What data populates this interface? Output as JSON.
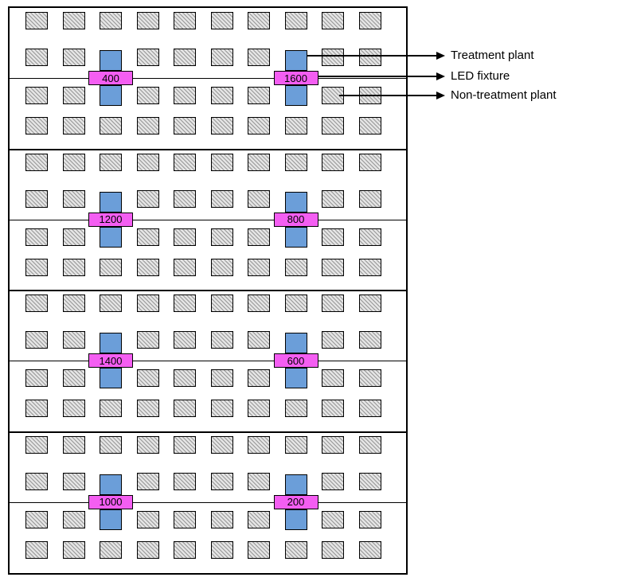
{
  "colors": {
    "treatment": "#6b9ed9",
    "fixture": "#f45ef2",
    "hatch_line": "#999999",
    "hatch_bg": "#e4e4e4",
    "outline": "#000000"
  },
  "grid": {
    "blocks_count": 4,
    "rows_per_block": 4,
    "columns": 10,
    "fixture_columns": [
      2,
      7
    ]
  },
  "blocks": [
    {
      "fixtures": [
        {
          "value": "400"
        },
        {
          "value": "1600"
        }
      ]
    },
    {
      "fixtures": [
        {
          "value": "1200"
        },
        {
          "value": "800"
        }
      ]
    },
    {
      "fixtures": [
        {
          "value": "1400"
        },
        {
          "value": "600"
        }
      ]
    },
    {
      "fixtures": [
        {
          "value": "1000"
        },
        {
          "value": "200"
        }
      ]
    }
  ],
  "legend": {
    "items": [
      {
        "label": "Treatment plant"
      },
      {
        "label": "LED fixture"
      },
      {
        "label": "Non-treatment plant"
      }
    ]
  }
}
